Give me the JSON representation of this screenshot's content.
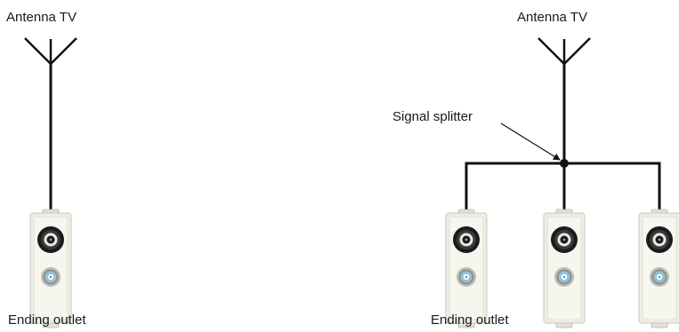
{
  "left_diagram": {
    "antenna_label": "Antenna TV",
    "outlet_label": "Ending outlet"
  },
  "right_diagram": {
    "antenna_label": "Antenna TV",
    "splitter_label": "Signal splitter",
    "outlet_label": "Ending outlet"
  },
  "colors": {
    "line": "#111111",
    "outlet_body": "#efeee6",
    "socket_ring": "#1b1b1b",
    "coax_blue": "#8ec4dc"
  }
}
